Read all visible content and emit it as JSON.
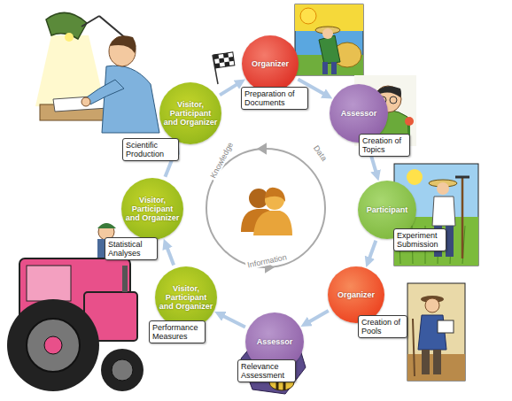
{
  "diagram": {
    "nodes": [
      {
        "text": [
          "Organizer"
        ]
      },
      {
        "text": [
          "Preparation of Documents"
        ]
      },
      {
        "text": [
          "Assessor"
        ]
      },
      {
        "text": [
          "Creation of Topics"
        ]
      },
      {
        "text": [
          "Participant"
        ]
      },
      {
        "text": [
          "Experiment Submission"
        ]
      },
      {
        "text": [
          "Organizer"
        ]
      },
      {
        "text": [
          "Creation of Pools"
        ]
      },
      {
        "text": [
          "Assessor"
        ]
      },
      {
        "text": [
          "Relevance Assessment"
        ]
      },
      {
        "text": [
          "Visitor, Participant and Organizer"
        ]
      },
      {
        "text": [
          "Performance Measures"
        ]
      },
      {
        "text": [
          "Visitor, Participant and Organizer"
        ]
      },
      {
        "text": [
          "Statistical Analyses"
        ]
      },
      {
        "text": [
          "Visitor, Participant and Organizer"
        ]
      },
      {
        "text": [
          "Scientific Production"
        ]
      }
    ],
    "edges": [
      {
        "from": 0,
        "to": 2,
        "arrow": "to"
      },
      {
        "from": 2,
        "to": 4,
        "arrow": "to"
      },
      {
        "from": 4,
        "to": 6,
        "arrow": "to"
      },
      {
        "from": 6,
        "to": 8,
        "arrow": "to"
      },
      {
        "from": 8,
        "to": 10,
        "arrow": "to"
      },
      {
        "from": 10,
        "to": 12,
        "arrow": "to"
      },
      {
        "from": 12,
        "to": 14,
        "arrow": "to"
      },
      {
        "from": 14,
        "to": 0,
        "arrow": "to"
      }
    ],
    "labels": [
      "Knowledge",
      "Data",
      "Information"
    ]
  }
}
